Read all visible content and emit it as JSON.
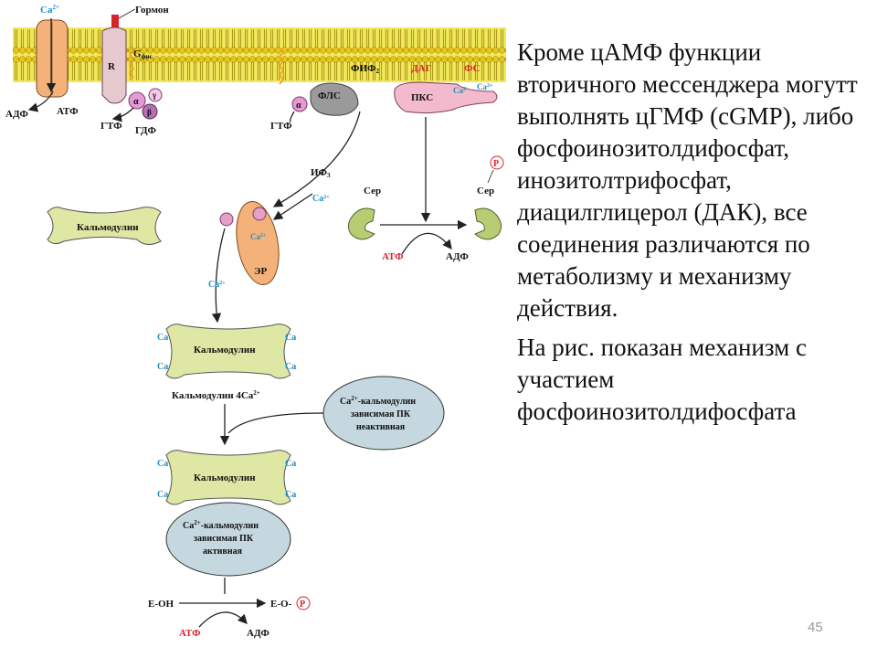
{
  "diagram": {
    "hormone": "Гормон",
    "receptor": "R",
    "g_protein": "G",
    "g_sub": "фис",
    "alpha": "α",
    "beta": "β",
    "gamma": "γ",
    "ca_top": "Ca",
    "ca_sup": "2+",
    "adp_left": "АДФ",
    "atp_left": "АТФ",
    "gtp_left": "ГТФ",
    "gdp_left": "ГДФ",
    "gtp_mid": "ГТФ",
    "pip2": "ФИФ",
    "pip2_sub": "2",
    "dag": "ДАГ",
    "ps": "ФС",
    "plc": "ФЛС",
    "pkc": "ПКС",
    "ca_pkc_1": "Ca",
    "ca_pkc_2": "Ca",
    "ip3": "ИФ",
    "ip3_sub": "3",
    "ca_ip3": "Ca",
    "er": "ЭР",
    "ca_er": "Ca",
    "ca_release": "Ca",
    "calmodulin_1": "Кальмодулин",
    "calmodulin_2": "Кальмодулин",
    "calmodulin_3": "Кальмодулин",
    "ca_label": "Ca",
    "calmodulin_4ca": "Кальмодулин 4Ca",
    "inactive_line1": "Ca",
    "inactive_line1b": "-кальмодулин",
    "inactive_line2": "зависимая ПК",
    "inactive_line3": "неактивная",
    "active_line1": "Ca",
    "active_line1b": "-кальмодулин",
    "active_line2": "зависимая ПК",
    "active_line3": "активная",
    "ser_left": "Сер",
    "ser_right": "Сер",
    "p_label": "P",
    "atp_ser": "АТФ",
    "adp_ser": "АДФ",
    "eoh": "Е-ОН",
    "eo": "Е-О-",
    "atp_bottom": "АТФ",
    "adp_bottom": "АДФ"
  },
  "text": {
    "paragraph1": "Кроме цАМФ функции вторичного мессенджера могутт выполнять цГМФ (cGMP), либо фосфоинозитолдифосфат, инозитолтрифосфат, диацилглицерол (ДАК), все соединения различаются по метаболизму и механизму действия.",
    "paragraph2": "На рис. показан механизм с участием фосфоинозитолдифосфата"
  },
  "page_number": "45"
}
